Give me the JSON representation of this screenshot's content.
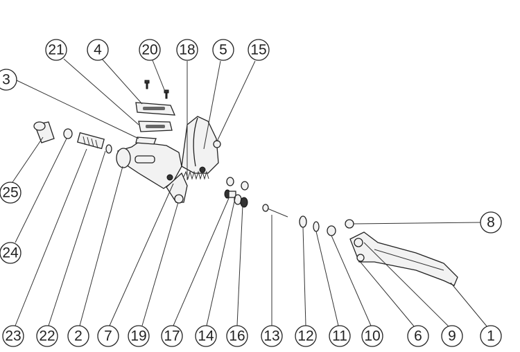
{
  "title": "Brake lever exploded parts diagram",
  "callouts": [
    {
      "label": "21"
    },
    {
      "label": "4"
    },
    {
      "label": "20"
    },
    {
      "label": "18"
    },
    {
      "label": "5"
    },
    {
      "label": "15"
    },
    {
      "label": "3"
    },
    {
      "label": "25"
    },
    {
      "label": "24"
    },
    {
      "label": "8"
    },
    {
      "label": "23"
    },
    {
      "label": "22"
    },
    {
      "label": "2"
    },
    {
      "label": "7"
    },
    {
      "label": "19"
    },
    {
      "label": "17"
    },
    {
      "label": "14"
    },
    {
      "label": "16"
    },
    {
      "label": "13"
    },
    {
      "label": "12"
    },
    {
      "label": "11"
    },
    {
      "label": "10"
    },
    {
      "label": "6"
    },
    {
      "label": "9"
    },
    {
      "label": "1"
    }
  ]
}
